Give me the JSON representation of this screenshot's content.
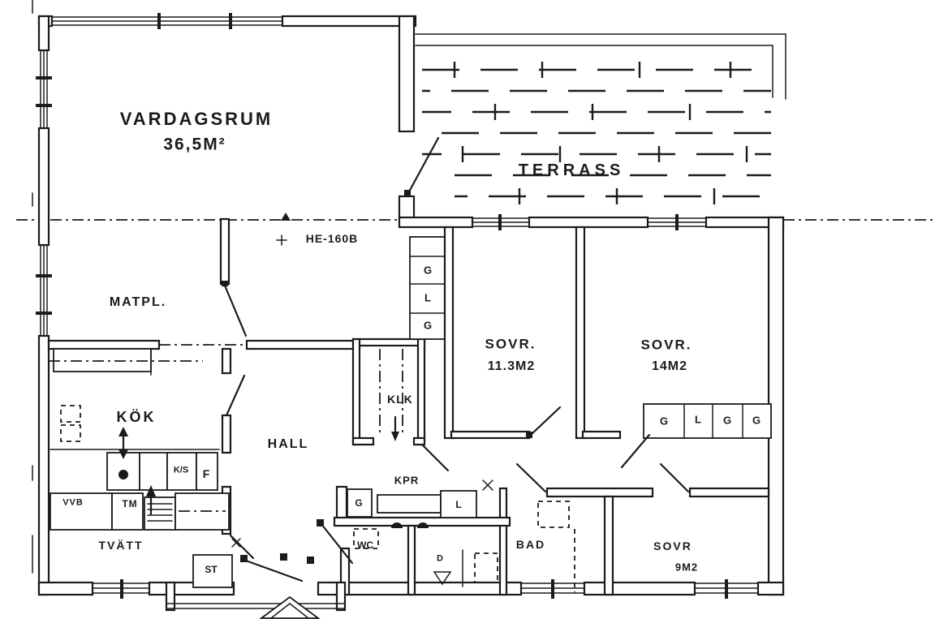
{
  "document": {
    "type": "architectural floor plan",
    "style": "hand-drawn blueprint sketch",
    "ink_color": "#1b1b1b",
    "paper_color": "#ffffff"
  },
  "rooms": {
    "vardagsrum": {
      "label": "VARDAGSRUM",
      "area": "36,5M²"
    },
    "terrass": {
      "label": "TERRASS"
    },
    "matpl": {
      "label": "MATPL."
    },
    "kok": {
      "label": "KÖK"
    },
    "hall": {
      "label": "HALL"
    },
    "klk": {
      "label": "KLK"
    },
    "kpr": {
      "label": "KPR"
    },
    "tvatt": {
      "label": "TVÄTT"
    },
    "st": {
      "label": "ST"
    },
    "wc": {
      "label": "WC"
    },
    "bad": {
      "label": "BAD"
    },
    "sovrum_1": {
      "label": "SOVR.",
      "area": "11.3M2"
    },
    "sovrum_2": {
      "label": "SOVR.",
      "area": "14M2"
    },
    "sovrum_3": {
      "label": "SOVR",
      "area": "9M2"
    }
  },
  "closets": {
    "strip": [
      "G",
      "L",
      "G"
    ],
    "row": [
      "G",
      "L",
      "G",
      "G"
    ],
    "kpr_left": "G",
    "kpr_right": "L"
  },
  "appliances": {
    "ks": "K/S",
    "f": "F",
    "vvb": "VVB",
    "tm": "TM"
  },
  "annotations": {
    "beam": "HE-160B",
    "shower": "D"
  }
}
